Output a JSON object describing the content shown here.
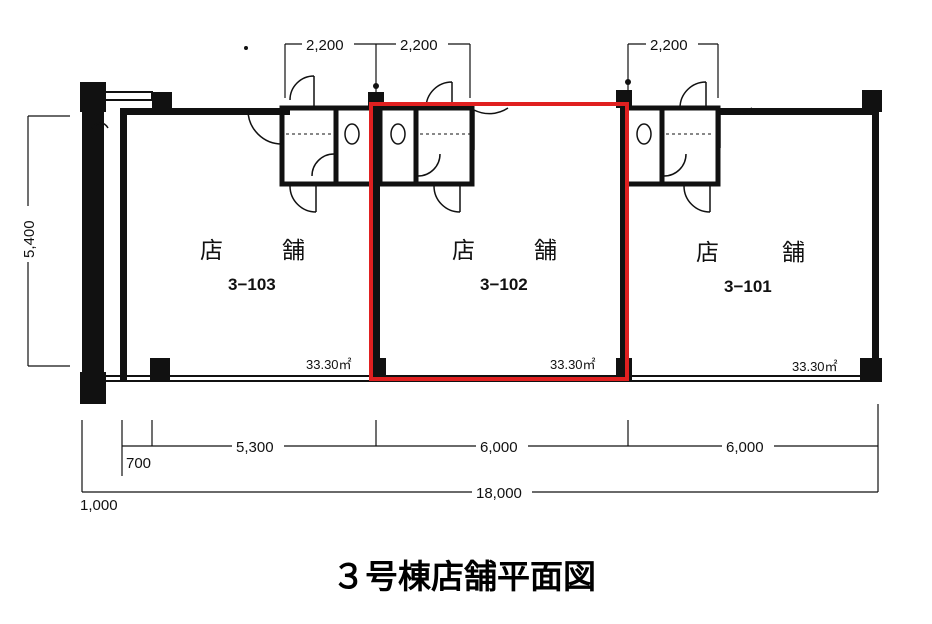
{
  "units": [
    {
      "shop_char1": "店",
      "shop_char2": "舗",
      "number": "3−103",
      "area": "33.30㎡"
    },
    {
      "shop_char1": "店",
      "shop_char2": "舗",
      "number": "3−102",
      "area": "33.30㎡"
    },
    {
      "shop_char1": "店",
      "shop_char2": "舗",
      "number": "3−101",
      "area": "33.30㎡"
    }
  ],
  "dimensions": {
    "top_left_a": "2,200",
    "top_left_b": "2,200",
    "top_right": "2,200",
    "depth": "5,400",
    "span_103": "5,300",
    "span_102": "6,000",
    "span_101": "6,000",
    "offset_700": "700",
    "offset_1000": "1,000",
    "total": "18,000"
  },
  "title": "３号棟店舗平面図",
  "highlight": {
    "unit": "3−102",
    "color": "#e02020"
  }
}
